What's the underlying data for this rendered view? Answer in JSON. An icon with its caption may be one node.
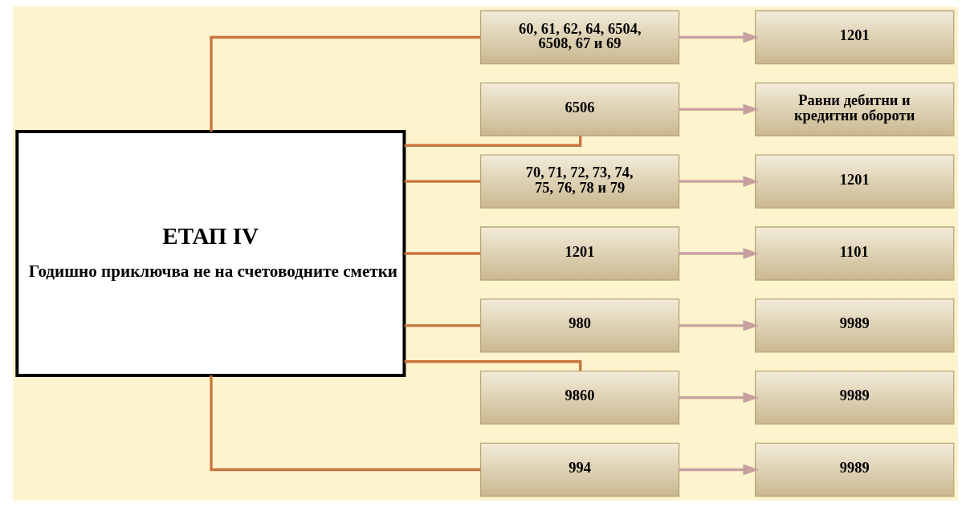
{
  "diagram": {
    "nodes": [
      {
        "text": [
          "ЕТАП IV",
          "Годишно приключва не на счетоводните сметки"
        ]
      },
      {
        "text": [
          "60, 61, 62, 64, 6504, 6508, 67 и 69"
        ]
      },
      {
        "text": [
          "1201"
        ]
      },
      {
        "text": [
          "6506"
        ]
      },
      {
        "text": [
          "Равни дебитни и кредитни обороти"
        ]
      },
      {
        "text": [
          "70, 71, 72, 73, 74, 75, 76, 78 и 79"
        ]
      },
      {
        "text": [
          "1201"
        ]
      },
      {
        "text": [
          "1201"
        ]
      },
      {
        "text": [
          "1101"
        ]
      },
      {
        "text": [
          "980"
        ]
      },
      {
        "text": [
          "9989"
        ]
      },
      {
        "text": [
          "9860"
        ]
      },
      {
        "text": [
          "9989"
        ]
      },
      {
        "text": [
          "994"
        ]
      },
      {
        "text": [
          "9989"
        ]
      }
    ],
    "edges": [
      {
        "from": 0,
        "to": 1,
        "arrow": "none",
        "color": "#c8743c"
      },
      {
        "from": 0,
        "to": 3,
        "arrow": "none",
        "color": "#c8743c"
      },
      {
        "from": 0,
        "to": 5,
        "arrow": "none",
        "color": "#c8743c"
      },
      {
        "from": 0,
        "to": 7,
        "arrow": "none",
        "color": "#c8743c"
      },
      {
        "from": 0,
        "to": 9,
        "arrow": "none",
        "color": "#c8743c"
      },
      {
        "from": 0,
        "to": 11,
        "arrow": "none",
        "color": "#c8743c"
      },
      {
        "from": 0,
        "to": 13,
        "arrow": "none",
        "color": "#c8743c"
      },
      {
        "from": 1,
        "to": 2,
        "arrow": "to",
        "color": "#c9a0a0"
      },
      {
        "from": 3,
        "to": 4,
        "arrow": "to",
        "color": "#c9a0a0"
      },
      {
        "from": 5,
        "to": 6,
        "arrow": "to",
        "color": "#c9a0a0"
      },
      {
        "from": 7,
        "to": 8,
        "arrow": "to",
        "color": "#c9a0a0"
      },
      {
        "from": 9,
        "to": 10,
        "arrow": "to",
        "color": "#c9a0a0"
      },
      {
        "from": 11,
        "to": 12,
        "arrow": "to",
        "color": "#c9a0a0"
      },
      {
        "from": 13,
        "to": 14,
        "arrow": "to",
        "color": "#c9a0a0"
      }
    ]
  }
}
